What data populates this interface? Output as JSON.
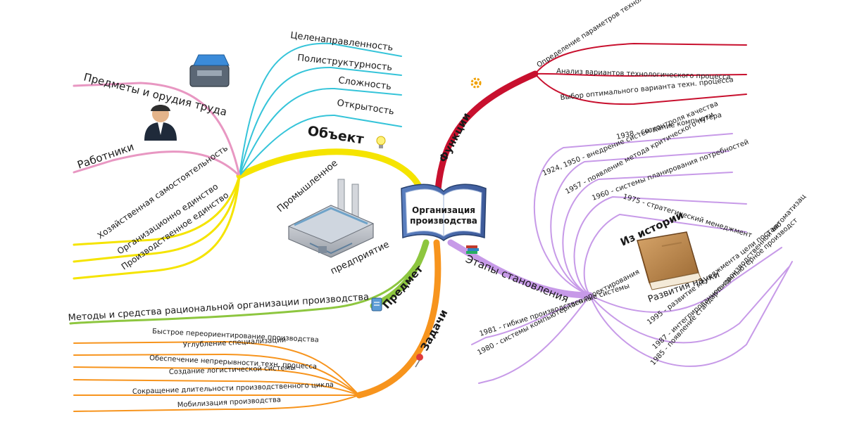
{
  "center": {
    "line1": "Организация",
    "line2": "производства"
  },
  "branches": {
    "object": {
      "label": "Объект",
      "color": "#f5e400",
      "items": [
        "Целенаправленность",
        "Полиструктурность",
        "Сложность",
        "Открытость"
      ],
      "items_color": "#35c4d9",
      "resources": [
        "Предметы и орудия труда",
        "Работники"
      ],
      "resources_color": "#e897c2",
      "unity": [
        "Хозяйственная самостоятельность",
        "Организационно единство",
        "Производственное единство"
      ],
      "unity_color": "#f5e400"
    },
    "functions": {
      "label": "Функции",
      "color": "#c8102e",
      "items": [
        "Определение параметров технологического процесса",
        "Анализ вариантов технологического процесса",
        "Выбор оптимального варианта техн. процесса"
      ]
    },
    "stages": {
      "label": "Этапы становления",
      "color": "#c79ae8",
      "history_title": "Из истории",
      "science_title": "Развития науки",
      "timeline": [
        "1924, 1950 - внедрение систем контроля качества",
        "1938 - создание компьютера",
        "1957 - появление метода критического пути",
        "1960 - системы планирования потребностей",
        "1975 - стратегический менеджмент",
        "1995 - развитие менеджмента цели поставо",
        "1987 - интегрированное компьютерное производст",
        "1985 - появление стандарта производственной автоматизац",
        "1981 - гибкие производственные системы",
        "1980 - системы компьютерного проектирования"
      ]
    },
    "subject": {
      "label": "Предмет",
      "color": "#8dc63f",
      "items": [
        "Методы и средства рациональной организации производства"
      ]
    },
    "tasks": {
      "label": "Задачи",
      "color": "#f7941d",
      "items": [
        "Быстрое переориентирование производства",
        "Углубление специализации",
        "Обеспечение непрерывности техн. процесса",
        "Создание логистической системы",
        "Сокращение длительности производственного цикла",
        "Мобилизация производства"
      ]
    }
  },
  "factory": {
    "line1": "Промышленное",
    "line2": "предприятие"
  },
  "icons": [
    "toolbox-icon",
    "worker-icon",
    "lightbulb-icon",
    "gear-icon",
    "books-icon",
    "book-icon",
    "factory-icon",
    "document-icon",
    "pushpin-icon"
  ]
}
